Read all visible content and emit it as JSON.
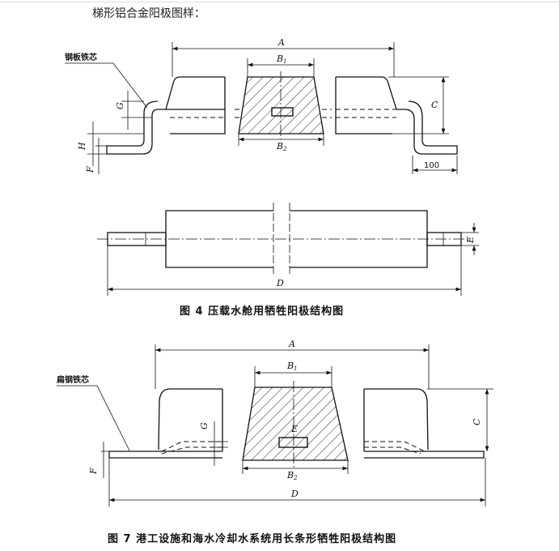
{
  "heading": "梯形铝合金阳极图样：",
  "figure4": {
    "core_label": "钢板铁芯",
    "dims": {
      "A": "A",
      "B1": "B",
      "B1_sub": "1",
      "B2": "B",
      "B2_sub": "2",
      "C": "C",
      "G": "G",
      "H": "H",
      "F": "F",
      "length_100": "100",
      "D": "D",
      "E": "E"
    },
    "caption": "图 4   压载水舱用牺牲阳极结构图"
  },
  "figure7": {
    "core_label": "扁钢铁芯",
    "dims": {
      "A": "A",
      "B1": "B",
      "B1_sub": "1",
      "B2": "B",
      "B2_sub": "2",
      "C": "C",
      "G": "G",
      "F": "F",
      "D": "D",
      "E": "E"
    },
    "caption": "图 7   港工设施和海水冷却水系统用长条形牺牲阳极结构图"
  }
}
